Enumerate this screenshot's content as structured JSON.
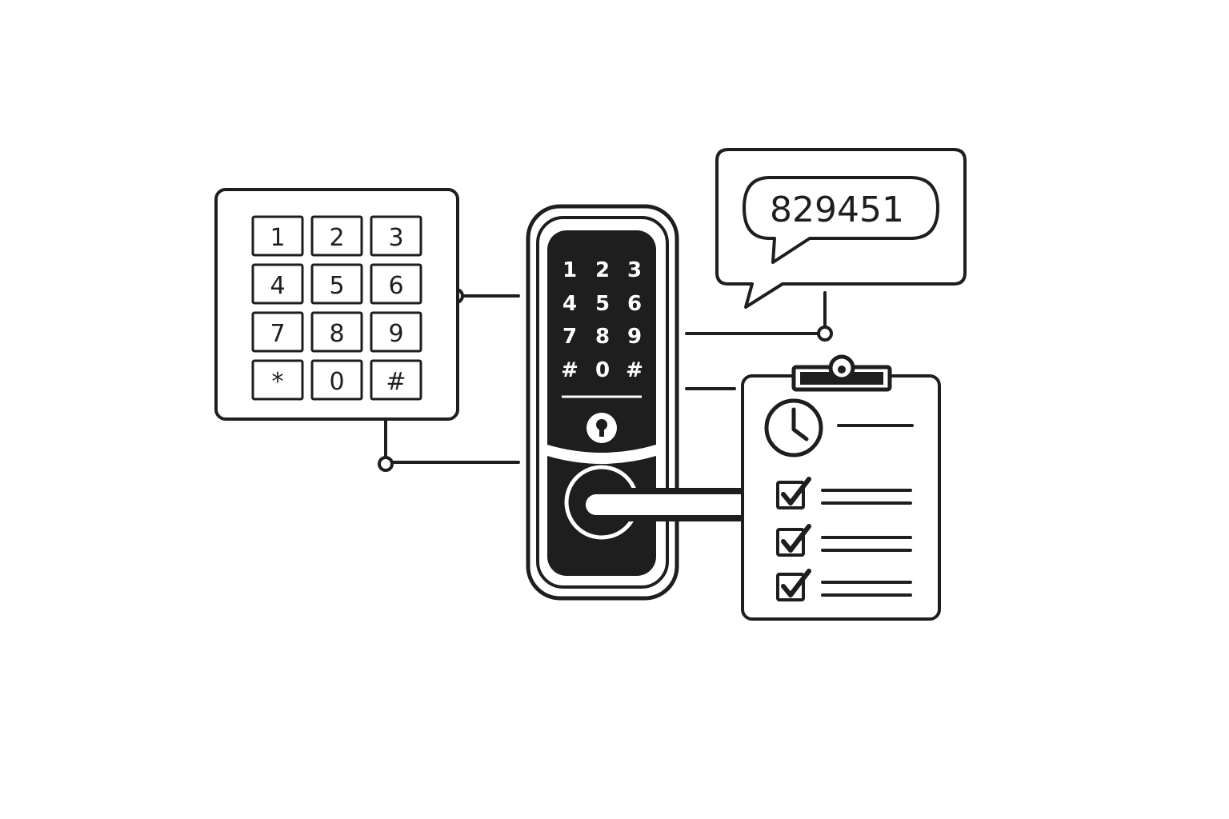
{
  "colors": {
    "stroke": "#1e1e1e",
    "background": "#ffffff",
    "lock_body": "#1e1e1e",
    "lock_text": "#ffffff"
  },
  "keypad": {
    "keys": [
      "1",
      "2",
      "3",
      "4",
      "5",
      "6",
      "7",
      "8",
      "9",
      "*",
      "0",
      "#"
    ]
  },
  "lock": {
    "keys": [
      "1",
      "2",
      "3",
      "4",
      "5",
      "6",
      "7",
      "8",
      "9",
      "#",
      "0",
      "#"
    ],
    "icons": [
      "keyhole-icon",
      "lever-handle"
    ]
  },
  "message": {
    "code": "829451"
  },
  "log": {
    "icons": [
      "clock-icon",
      "checkbox-icon",
      "checkbox-icon",
      "checkbox-icon"
    ]
  }
}
